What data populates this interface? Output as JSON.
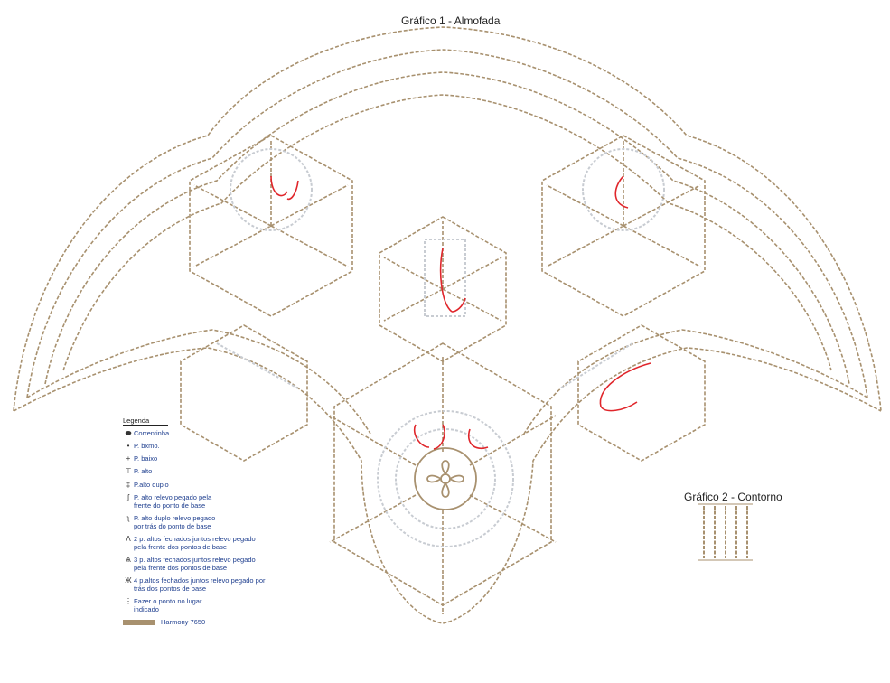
{
  "chart1_title": "Gráfico 1 - Almofada",
  "chart2_title": "Gráfico 2 - Contorno",
  "legend": {
    "heading": "Legenda",
    "items": [
      {
        "icon": "chain-stitch-icon",
        "label": "Correntinha"
      },
      {
        "icon": "slip-stitch-icon",
        "label": "P. bxmo."
      },
      {
        "icon": "single-crochet-icon",
        "label": "P. baixo"
      },
      {
        "icon": "double-crochet-icon",
        "label": "P. alto"
      },
      {
        "icon": "treble-crochet-icon",
        "label": "P.alto duplo"
      },
      {
        "icon": "front-post-dc-icon",
        "label": "P. alto relevo pegado pela frente do ponto de base"
      },
      {
        "icon": "back-post-tr-icon",
        "label": "P. alto duplo relevo pegado por trás do ponto de base"
      },
      {
        "icon": "fpdc2tog-icon",
        "label": "2 p. altos fechados juntos relevo pegado pela frente dos pontos de base"
      },
      {
        "icon": "fpdc3tog-icon",
        "label": "3 p. altos fechados juntos relevo pegado pela frente dos pontos de base"
      },
      {
        "icon": "bpdc4tog-icon",
        "label": "4 p.altos fechados juntos relevo pegado por trás dos pontos de base"
      },
      {
        "icon": "dotted-line-icon",
        "label": "Fazer o ponto no lugar indicado"
      }
    ],
    "yarn": "Harmony 7650"
  },
  "colors": {
    "yarn": "#a8916f",
    "previous_rounds": "#c8ccd2",
    "marker": "#e0262b",
    "legend_text": "#1f3f8f"
  }
}
